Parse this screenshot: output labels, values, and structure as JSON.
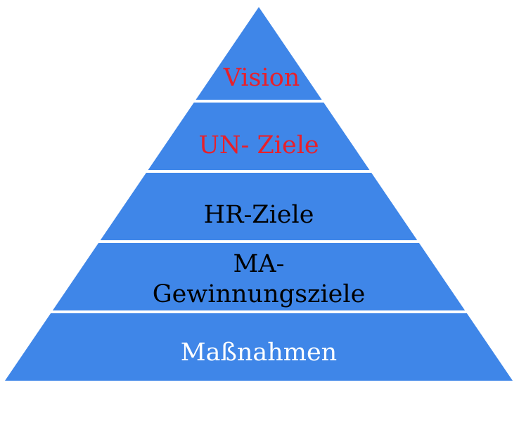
{
  "pyramid": {
    "fill_color": "#3f86e8",
    "separator_color": "#ffffff",
    "tiers": [
      {
        "lines": [
          "Vision"
        ],
        "text_color": "#e8202a"
      },
      {
        "lines": [
          "UN- Ziele"
        ],
        "text_color": "#e8202a"
      },
      {
        "lines": [
          "HR-Ziele"
        ],
        "text_color": "#000000"
      },
      {
        "lines": [
          "MA-",
          "Gewinnungsziele"
        ],
        "text_color": "#000000"
      },
      {
        "lines": [
          "Maßnahmen"
        ],
        "text_color": "#ffffff"
      }
    ]
  }
}
